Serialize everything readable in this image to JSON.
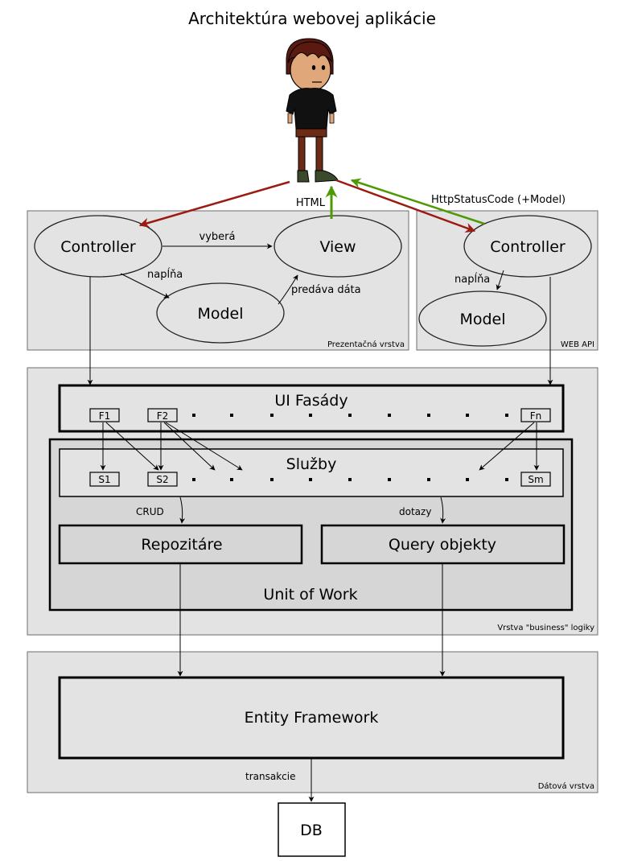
{
  "title": "Architektúra webovej aplikácie",
  "user_labels": {
    "html": "HTML",
    "status_code": "HttpStatusCode (+Model)"
  },
  "presentation": {
    "layer_label": "Prezentačná vrstva",
    "controller": "Controller",
    "view": "View",
    "model": "Model",
    "selects": "vyberá",
    "fills": "napĺňa",
    "passes_data": "predáva dáta"
  },
  "web_api": {
    "layer_label": "WEB API",
    "controller": "Controller",
    "model": "Model",
    "fills": "napĺňa"
  },
  "business": {
    "layer_label": "Vrstva \"business\" logiky",
    "ui_facades": {
      "title": "UI Fasády",
      "items": [
        "F1",
        "F2",
        "Fn"
      ]
    },
    "services": {
      "title": "Služby",
      "items": [
        "S1",
        "S2",
        "Sm"
      ]
    },
    "crud": "CRUD",
    "queries": "dotazy",
    "repositories": "Repozitáre",
    "query_objects": "Query objekty",
    "unit_of_work": "Unit of Work"
  },
  "data_layer": {
    "layer_label": "Dátová vrstva",
    "entity_framework": "Entity Framework",
    "transactions": "transakcie"
  },
  "db": "DB",
  "colors": {
    "request_arrow": "#9b1b12",
    "response_arrow": "#4e9a06",
    "panel_fill": "#e3e3e3",
    "skin": "#e0a77a",
    "shirt": "#111111",
    "pants": "#6b2b17",
    "hair": "#5a1a12"
  }
}
